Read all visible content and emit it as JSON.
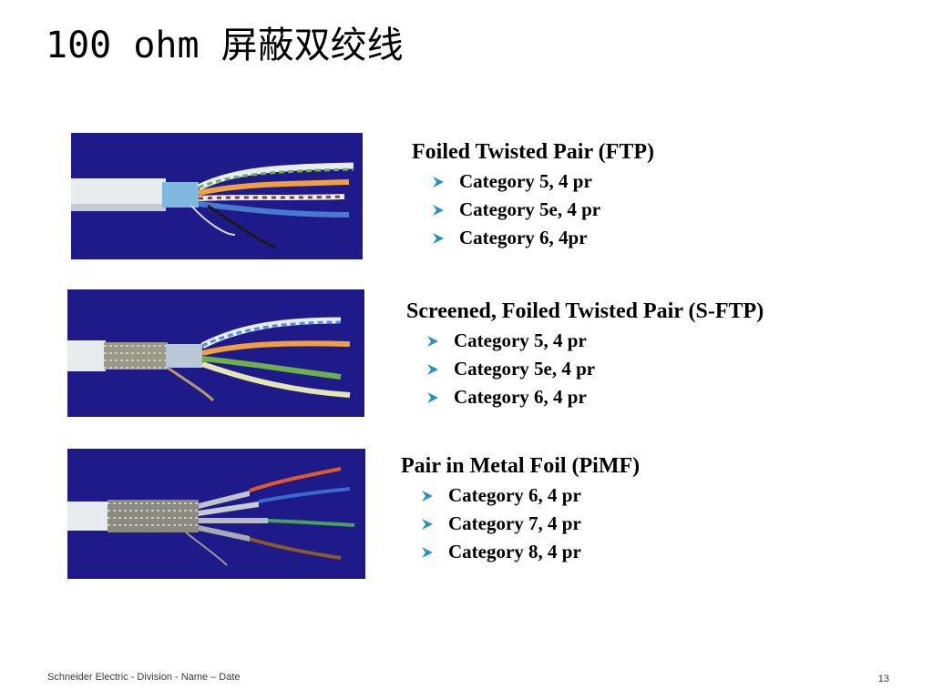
{
  "slide": {
    "title": "100 ohm 屏蔽双绞线"
  },
  "sections": [
    {
      "heading": "Foiled Twisted Pair (FTP)",
      "items": [
        "Category 5, 4 pr",
        "Category 5e, 4 pr",
        "Category 6, 4pr"
      ],
      "photo_background": "#1f1a8a"
    },
    {
      "heading": "Screened, Foiled Twisted Pair (S-FTP)",
      "items": [
        "Category 5, 4 pr",
        "Category 5e, 4 pr",
        "Category 6, 4 pr"
      ],
      "photo_background": "#1f1a8a"
    },
    {
      "heading": "Pair in Metal Foil (PiMF)",
      "items": [
        "Category 6, 4 pr",
        "Category 7, 4 pr",
        "Category 8, 4 pr"
      ],
      "photo_background": "#1f1a8a"
    }
  ],
  "footer": {
    "text": "Schneider Electric - Division - Name – Date",
    "page_number": "13"
  },
  "colors": {
    "bullet": "#2a8fbf",
    "text": "#000000"
  },
  "icons": {
    "bullet": "arrowhead-bullet-icon"
  }
}
